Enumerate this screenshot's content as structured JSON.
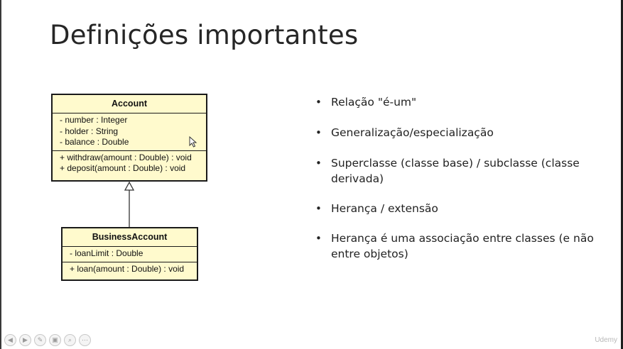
{
  "slide": {
    "title": "Definições importantes"
  },
  "diagram": {
    "superclass": {
      "name": "Account",
      "attributes": [
        "- number : Integer",
        "- holder : String",
        "- balance : Double"
      ],
      "operations": [
        "+ withdraw(amount : Double) : void",
        "+ deposit(amount : Double) : void"
      ]
    },
    "subclass": {
      "name": "BusinessAccount",
      "attributes": [
        "- loanLimit : Double"
      ],
      "operations": [
        "+ loan(amount : Double) : void"
      ]
    }
  },
  "bullets": [
    "Relação \"é-um\"",
    "Generalização/especialização",
    "Superclasse (classe base) / subclasse (classe derivada)",
    "Herança / extensão",
    "Herança é uma associação entre classes (e não entre objetos)"
  ],
  "controls": {
    "icons": [
      "previous-icon",
      "next-icon",
      "pen-icon",
      "slides-icon",
      "zoom-icon",
      "more-icon"
    ]
  },
  "watermark": "Udemy"
}
